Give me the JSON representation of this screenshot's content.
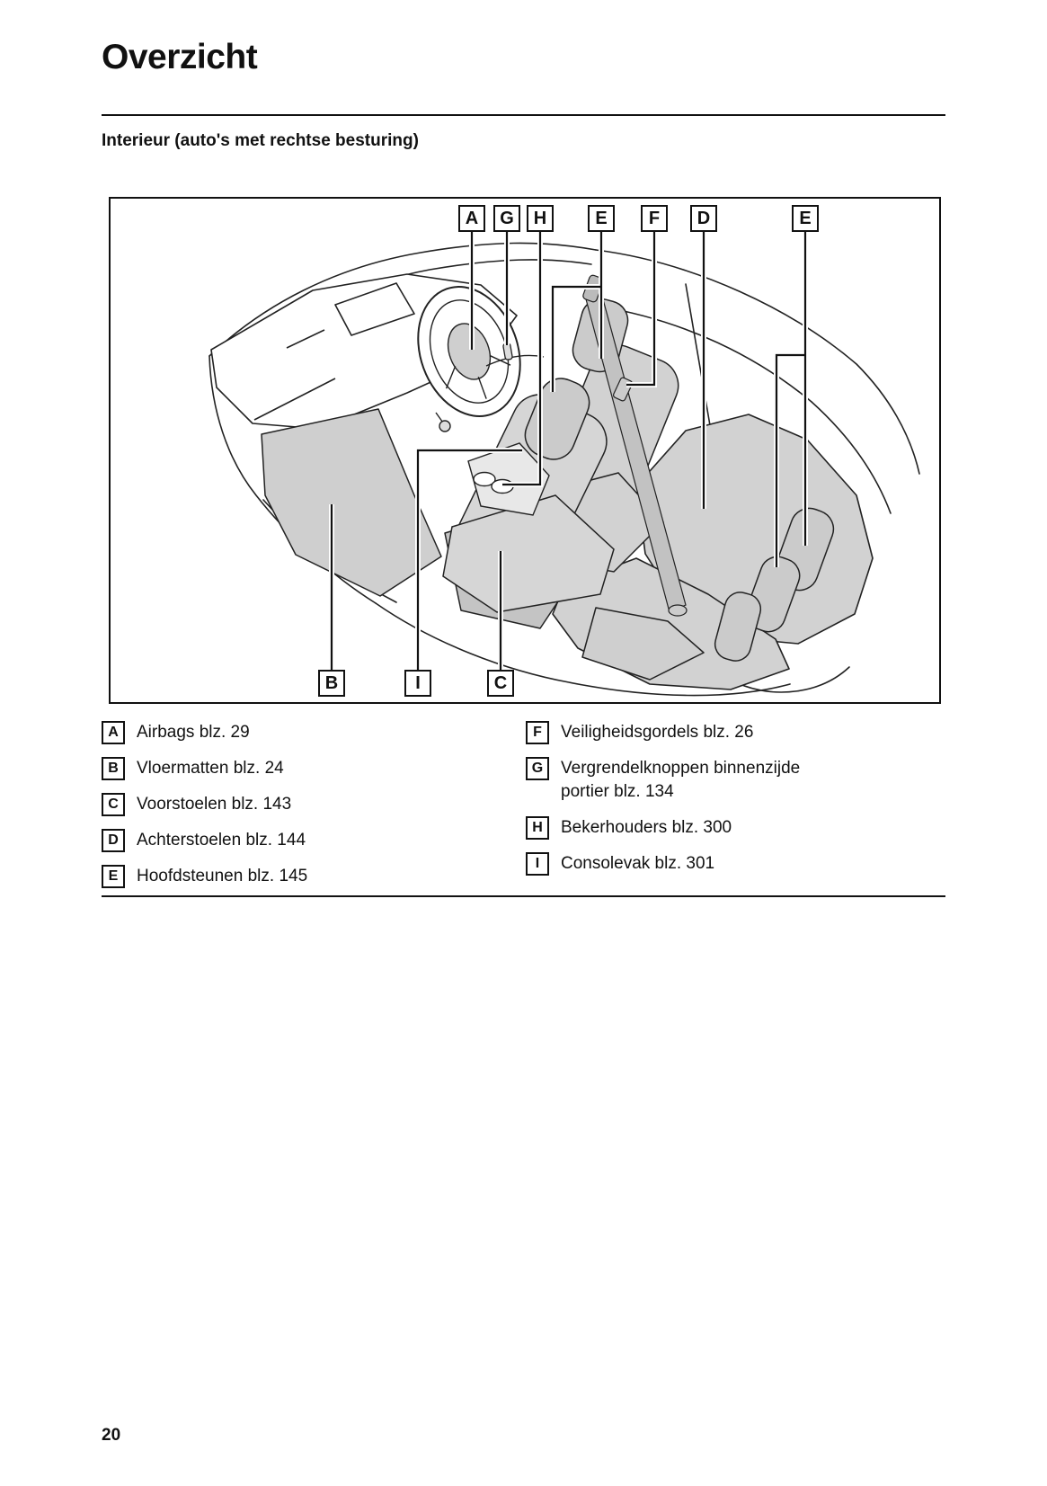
{
  "page": {
    "title": "Overzicht",
    "subtitle": "Interieur (auto's met rechtse besturing)",
    "page_number": "20"
  },
  "diagram": {
    "top_labels": [
      {
        "letter": "A"
      },
      {
        "letter": "G"
      },
      {
        "letter": "H"
      },
      {
        "letter": "E"
      },
      {
        "letter": "F"
      },
      {
        "letter": "D"
      },
      {
        "letter": "E"
      }
    ],
    "bottom_labels": [
      {
        "letter": "B"
      },
      {
        "letter": "I"
      },
      {
        "letter": "C"
      }
    ]
  },
  "legend": {
    "left": [
      {
        "letter": "A",
        "text": "Airbags blz. 29"
      },
      {
        "letter": "B",
        "text": "Vloermatten blz. 24"
      },
      {
        "letter": "C",
        "text": "Voorstoelen blz. 143"
      },
      {
        "letter": "D",
        "text": "Achterstoelen blz. 144"
      },
      {
        "letter": "E",
        "text": "Hoofdsteunen blz. 145"
      }
    ],
    "right": [
      {
        "letter": "F",
        "text": "Veiligheidsgordels blz. 26"
      },
      {
        "letter": "G",
        "text": "Vergrendelknoppen binnenzijde portier blz. 134"
      },
      {
        "letter": "H",
        "text": "Bekerhouders blz. 300"
      },
      {
        "letter": "I",
        "text": "Consolevak blz. 301"
      }
    ]
  }
}
